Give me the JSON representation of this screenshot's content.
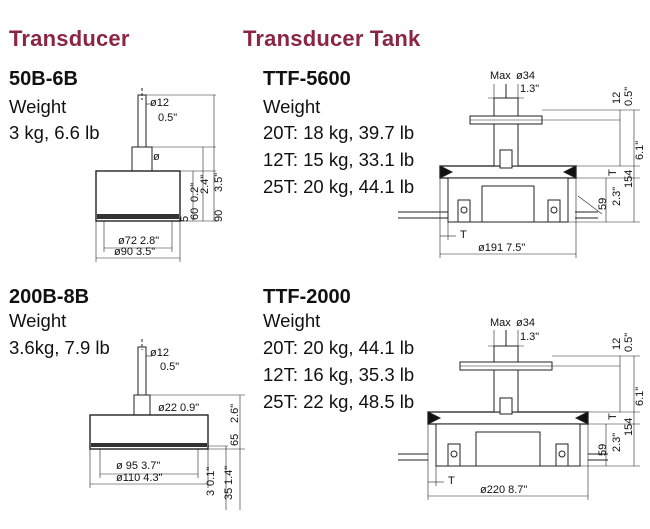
{
  "sections": {
    "transducer": "Transducer",
    "tank": "Transducer Tank"
  },
  "products": [
    {
      "model": "50B-6B",
      "lines": [
        "Weight",
        "3 kg, 6.6 lb"
      ],
      "dims": [
        "ø12",
        "0.5\"",
        "ø",
        "0.2\"",
        "5",
        "2.4\"",
        "60",
        "3.5\"",
        "90",
        "ø72  2.8\"",
        "ø90  3.5\""
      ]
    },
    {
      "model": "TTF-5600",
      "lines": [
        "Weight",
        "20T: 18 kg, 39.7 lb",
        "12T: 15 kg, 33.1 lb",
        "25T: 20 kg, 44.1 lb"
      ],
      "dims": [
        "Max",
        "ø34",
        "1.3\"",
        "12",
        "0.5\"",
        "154",
        "6.1\"",
        "T",
        "59",
        "2.3\"",
        "T",
        "ø191  7.5\""
      ]
    },
    {
      "model": "200B-8B",
      "lines": [
        "Weight",
        "3.6kg, 7.9 lb"
      ],
      "dims": [
        "ø12",
        "0.5\"",
        "ø22  0.9\"",
        "65",
        "2.6\"",
        "ø 95  3.7\"",
        "ø110  4.3\"",
        "3",
        "0.1\"",
        "35",
        "1.4\""
      ]
    },
    {
      "model": "TTF-2000",
      "lines": [
        "Weight",
        "20T: 20 kg, 44.1 lb",
        "12T: 16 kg, 35.3 lb",
        "25T: 22 kg, 48.5 lb"
      ],
      "dims": [
        "Max",
        "ø34",
        "1.3\"",
        "12",
        "0.5\"",
        "154",
        "6.1\"",
        "T",
        "59",
        "2.3\"",
        "T",
        "ø220  8.7\""
      ]
    }
  ]
}
